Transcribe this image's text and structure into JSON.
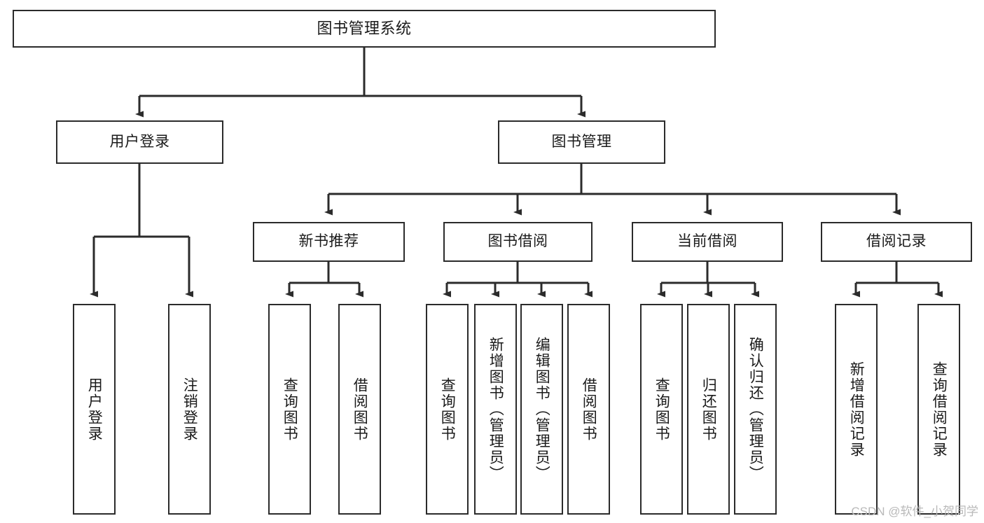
{
  "diagram": {
    "type": "tree-hierarchy",
    "title": "图书管理系统",
    "orientation": "top-down",
    "colors": {
      "background": "#ffffff",
      "node_border": "#2b2b2b",
      "node_fill": "#ffffff",
      "edge": "#2b2b2b",
      "text": "#1a1a1a",
      "watermark": "#b9b9b9"
    },
    "root": {
      "id": "root",
      "label": "图书管理系统"
    },
    "level2": [
      {
        "id": "user-login",
        "label": "用户登录"
      },
      {
        "id": "book-manage",
        "label": "图书管理"
      }
    ],
    "level3": [
      {
        "id": "new-book-recommend",
        "label": "新书推荐"
      },
      {
        "id": "book-borrow",
        "label": "图书借阅"
      },
      {
        "id": "current-borrow",
        "label": "当前借阅"
      },
      {
        "id": "borrow-record",
        "label": "借阅记录"
      }
    ],
    "leaves": {
      "user_login": [
        {
          "id": "leaf-user-login",
          "label": "用户登录"
        },
        {
          "id": "leaf-logout",
          "label": "注销登录"
        }
      ],
      "new_book_recommend": [
        {
          "id": "leaf-query-book-1",
          "label": "查询图书"
        },
        {
          "id": "leaf-borrow-book-1",
          "label": "借阅图书"
        }
      ],
      "book_borrow": [
        {
          "id": "leaf-query-book-2",
          "label": "查询图书"
        },
        {
          "id": "leaf-add-book",
          "label": "新增图书（管理员）"
        },
        {
          "id": "leaf-edit-book",
          "label": "编辑图书（管理员）"
        },
        {
          "id": "leaf-borrow-book-2",
          "label": "借阅图书"
        }
      ],
      "current_borrow": [
        {
          "id": "leaf-query-book-3",
          "label": "查询图书"
        },
        {
          "id": "leaf-return-book",
          "label": "归还图书"
        },
        {
          "id": "leaf-confirm-return",
          "label": "确认归还（管理员）"
        }
      ],
      "borrow_record": [
        {
          "id": "leaf-add-record",
          "label": "新增借阅记录"
        },
        {
          "id": "leaf-query-record",
          "label": "查询借阅记录"
        }
      ]
    }
  },
  "watermark": {
    "text": "CSDN @软件_小贺同学"
  }
}
